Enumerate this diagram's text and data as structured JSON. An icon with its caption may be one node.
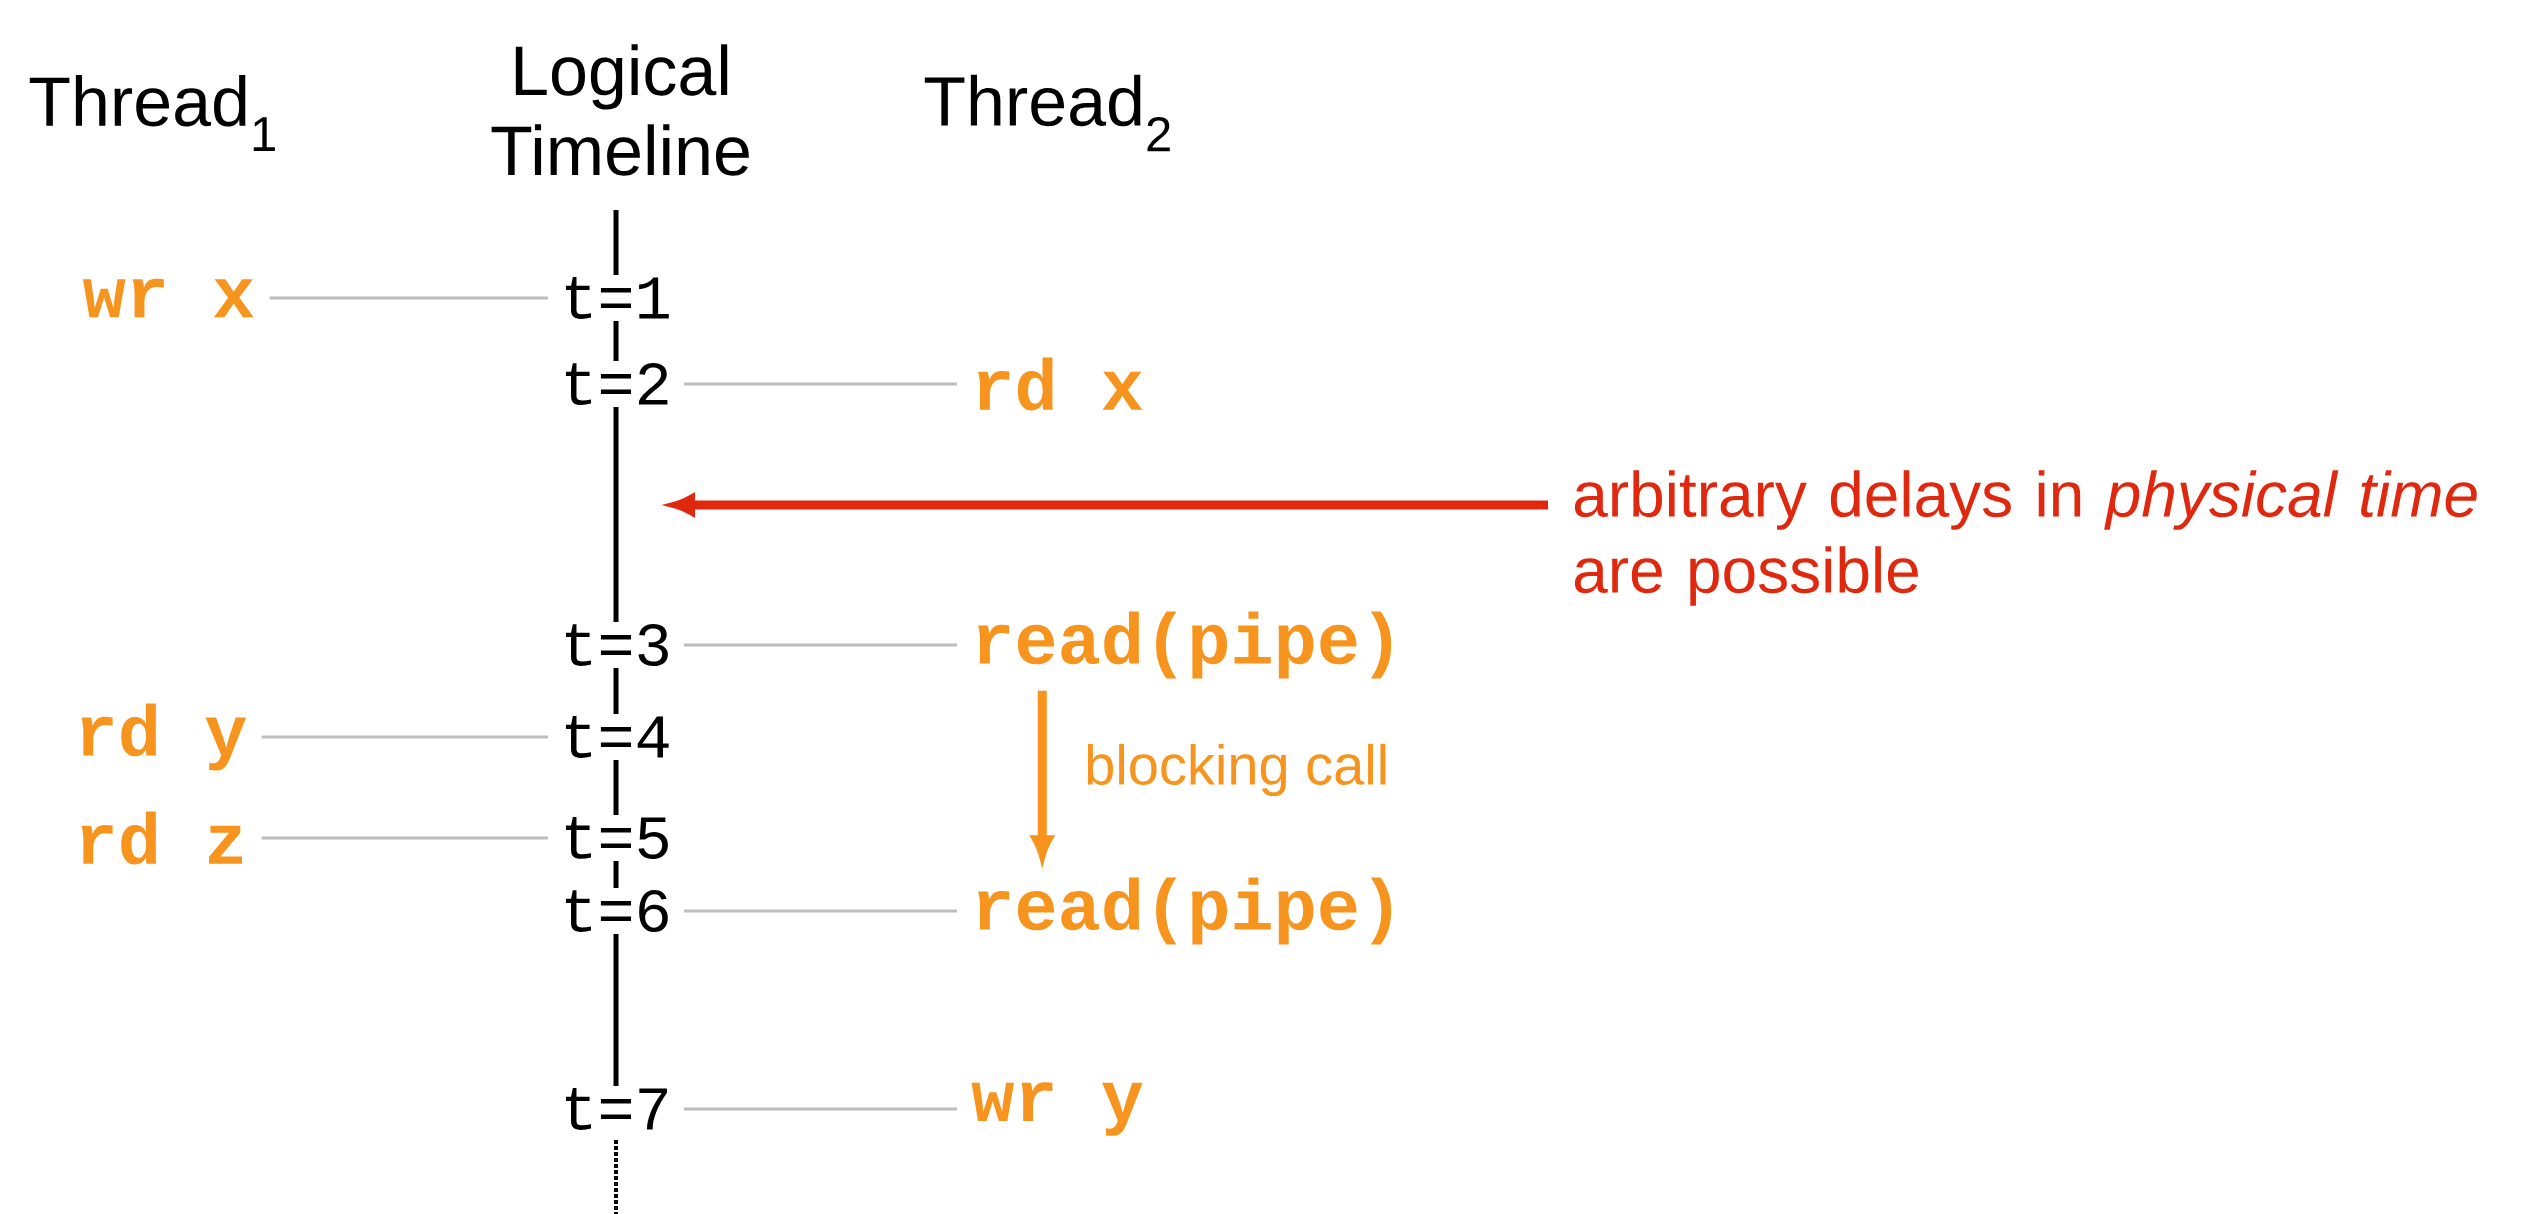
{
  "diagram": {
    "nodes": [
      {
        "text": [
          "wr x"
        ]
      },
      {
        "text": [
          "t=1"
        ]
      },
      {
        "text": [
          "t=2"
        ]
      },
      {
        "text": [
          "rd x"
        ]
      },
      {
        "text": [
          "arbitrary delays in *physical time* are possible"
        ]
      },
      {
        "text": [
          "t=3"
        ]
      },
      {
        "text": [
          "read(pipe)"
        ]
      },
      {
        "text": [
          "rd y"
        ]
      },
      {
        "text": [
          "t=4"
        ]
      },
      {
        "text": [
          "rd z"
        ]
      },
      {
        "text": [
          "t=5"
        ]
      },
      {
        "text": [
          "t=6"
        ]
      },
      {
        "text": [
          "read(pipe)"
        ]
      },
      {
        "text": [
          "t=7"
        ]
      },
      {
        "text": [
          "wr y"
        ]
      }
    ],
    "edges": [
      {
        "from": 0,
        "to": 1,
        "arrow": "none"
      },
      {
        "from": 2,
        "to": 3,
        "arrow": "none"
      },
      {
        "from": 4,
        "to": null,
        "arrow": "to",
        "style": "thick",
        "color": "#e0280f"
      },
      {
        "from": 5,
        "to": 6,
        "arrow": "none"
      },
      {
        "from": 6,
        "to": 12,
        "arrow": "to",
        "label": "blocking call",
        "style": "thick",
        "color": "#f7941d"
      },
      {
        "from": 7,
        "to": 8,
        "arrow": "none"
      },
      {
        "from": 9,
        "to": 10,
        "arrow": "none"
      },
      {
        "from": 11,
        "to": 12,
        "arrow": "none"
      },
      {
        "from": 13,
        "to": 14,
        "arrow": "none"
      }
    ],
    "labels": [
      "Thread$_{1}$",
      "Logical Timeline",
      "Thread$_{2}$"
    ]
  }
}
